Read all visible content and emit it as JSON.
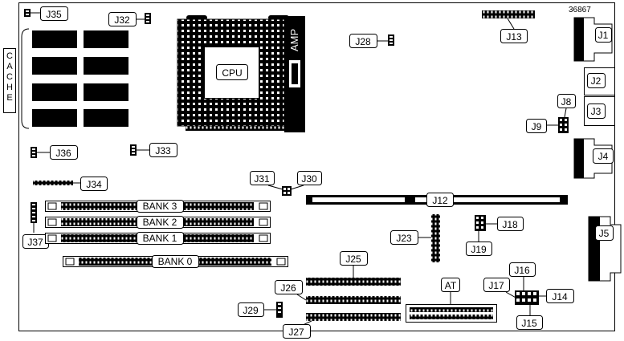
{
  "diagram": {
    "part_number": "36867",
    "cache_label": "CACHE",
    "cpu_label": "CPU",
    "socket_brand": "AMP",
    "jumpers": {
      "j1": "J1",
      "j2": "J2",
      "j3": "J3",
      "j4": "J4",
      "j5": "J5",
      "j8": "J8",
      "j9": "J9",
      "j12": "J12",
      "j13": "J13",
      "j14": "J14",
      "j15": "J15",
      "j16": "J16",
      "j17": "J17",
      "j18": "J18",
      "j19": "J19",
      "j23": "J23",
      "j25": "J25",
      "j26": "J26",
      "j27": "J27",
      "j28": "J28",
      "j29": "J29",
      "j30": "J30",
      "j31": "J31",
      "j32": "J32",
      "j33": "J33",
      "j34": "J34",
      "j35": "J35",
      "j36": "J36",
      "j37": "J37"
    },
    "banks": {
      "bank3": "BANK 3",
      "bank2": "BANK 2",
      "bank1": "BANK 1",
      "bank0": "BANK 0"
    },
    "at_label": "AT"
  }
}
